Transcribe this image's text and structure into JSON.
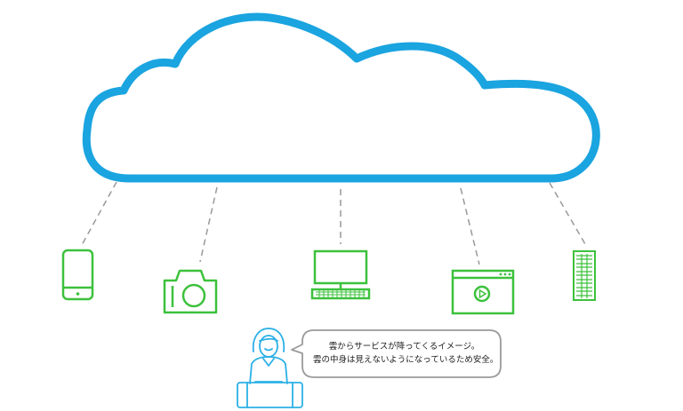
{
  "colors": {
    "cloud_stroke": "#1aa4e0",
    "device_stroke": "#3cc13c",
    "connector": "#999999",
    "person_stroke": "#2bb0e6",
    "bubble_stroke": "#9a9a9a",
    "text": "#222222"
  },
  "nodes": [
    {
      "name": "cloud",
      "icon": "cloud-icon"
    },
    {
      "name": "smartphone",
      "icon": "smartphone-icon"
    },
    {
      "name": "camera",
      "icon": "camera-icon"
    },
    {
      "name": "desktop-computer",
      "icon": "desktop-icon"
    },
    {
      "name": "video-player",
      "icon": "video-player-icon"
    },
    {
      "name": "server-rack",
      "icon": "server-icon"
    },
    {
      "name": "person",
      "icon": "person-icon"
    }
  ],
  "speech_bubble": {
    "line1": "雲からサービスが降ってくるイメージ。",
    "line2": "雲の中身は見えないようになっているため安全。"
  }
}
